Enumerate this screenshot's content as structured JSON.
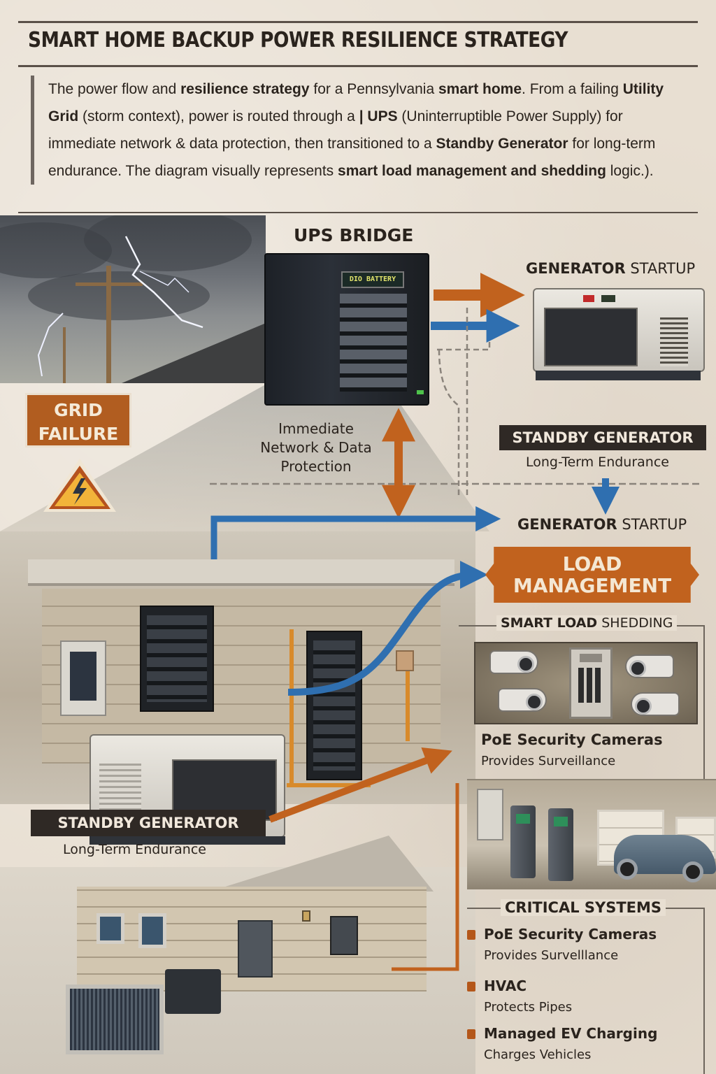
{
  "header": {
    "title": "SMART HOME BACKUP POWER RESILIENCE STRATEGY"
  },
  "intro": {
    "segments": [
      {
        "t": "The power flow and ",
        "b": false
      },
      {
        "t": "resilience strategy",
        "b": true
      },
      {
        "t": " for a Pennsylvania ",
        "b": false
      },
      {
        "t": "smart home",
        "b": true
      },
      {
        "t": ". From a failing ",
        "b": false
      },
      {
        "t": "Utility Grid",
        "b": true
      },
      {
        "t": " (storm context), power is routed through a ",
        "b": false
      },
      {
        "t": "| UPS",
        "b": true
      },
      {
        "t": " (Uninterruptible Power Supply) for immediate network & data protection, then transitioned to a ",
        "b": false
      },
      {
        "t": "Standby Generator",
        "b": true
      },
      {
        "t": " for long-term endurance. The diagram visually represents ",
        "b": false
      },
      {
        "t": "smart load management and shedding",
        "b": true
      },
      {
        "t": " logic.).",
        "b": false
      }
    ]
  },
  "grid_failure": {
    "line1": "GRID",
    "line2": "FAILURE",
    "icon": "high-voltage-warning-icon"
  },
  "ups": {
    "title": "UPS BRIDGE",
    "screen_text": "DIO BATTERY",
    "caption_line1": "Immediate",
    "caption_line2": "Network & Data",
    "caption_line3": "Protection"
  },
  "generator_startup_top": {
    "bold": "GENERATOR",
    "light": " STARTUP"
  },
  "standby_generator_right": {
    "title": "STANDBY GENERATOR",
    "subtitle": "Long-Term Endurance"
  },
  "generator_startup_mid": {
    "bold": "GENERATOR",
    "light": " STARTUP"
  },
  "load_management": {
    "line1": "LOAD",
    "line2": "MANAGEMENT"
  },
  "smart_load_shedding": {
    "bold": "SMART  LOAD",
    "light": " SHEDDING",
    "item_title": "PoE Security Cameras",
    "item_subtitle": "Provides Surveillance"
  },
  "standby_generator_left": {
    "title": "STANDBY GENERATOR",
    "subtitle": "Long-Term Endurance"
  },
  "critical_systems": {
    "title": "CRITICAL SYSTEMS",
    "items": [
      {
        "title": "PoE Security Cameras",
        "subtitle": "Provides Survelllance"
      },
      {
        "title": "HVAC",
        "subtitle": "Protects Pipes"
      },
      {
        "title": "Managed EV Charging",
        "subtitle": "Charges Vehicles"
      }
    ]
  },
  "colors": {
    "accent_orange": "#c1621e",
    "flow_blue": "#2f6fb0",
    "banner_dark": "#2f2925",
    "background": "#e8dfd2"
  }
}
